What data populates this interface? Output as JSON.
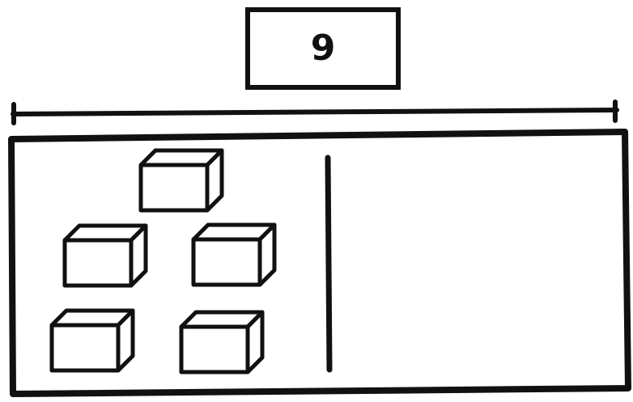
{
  "total": {
    "value": "9"
  },
  "mat": {
    "left_part": {
      "cube_count": 5
    },
    "right_part": {
      "cube_count": 0
    }
  }
}
